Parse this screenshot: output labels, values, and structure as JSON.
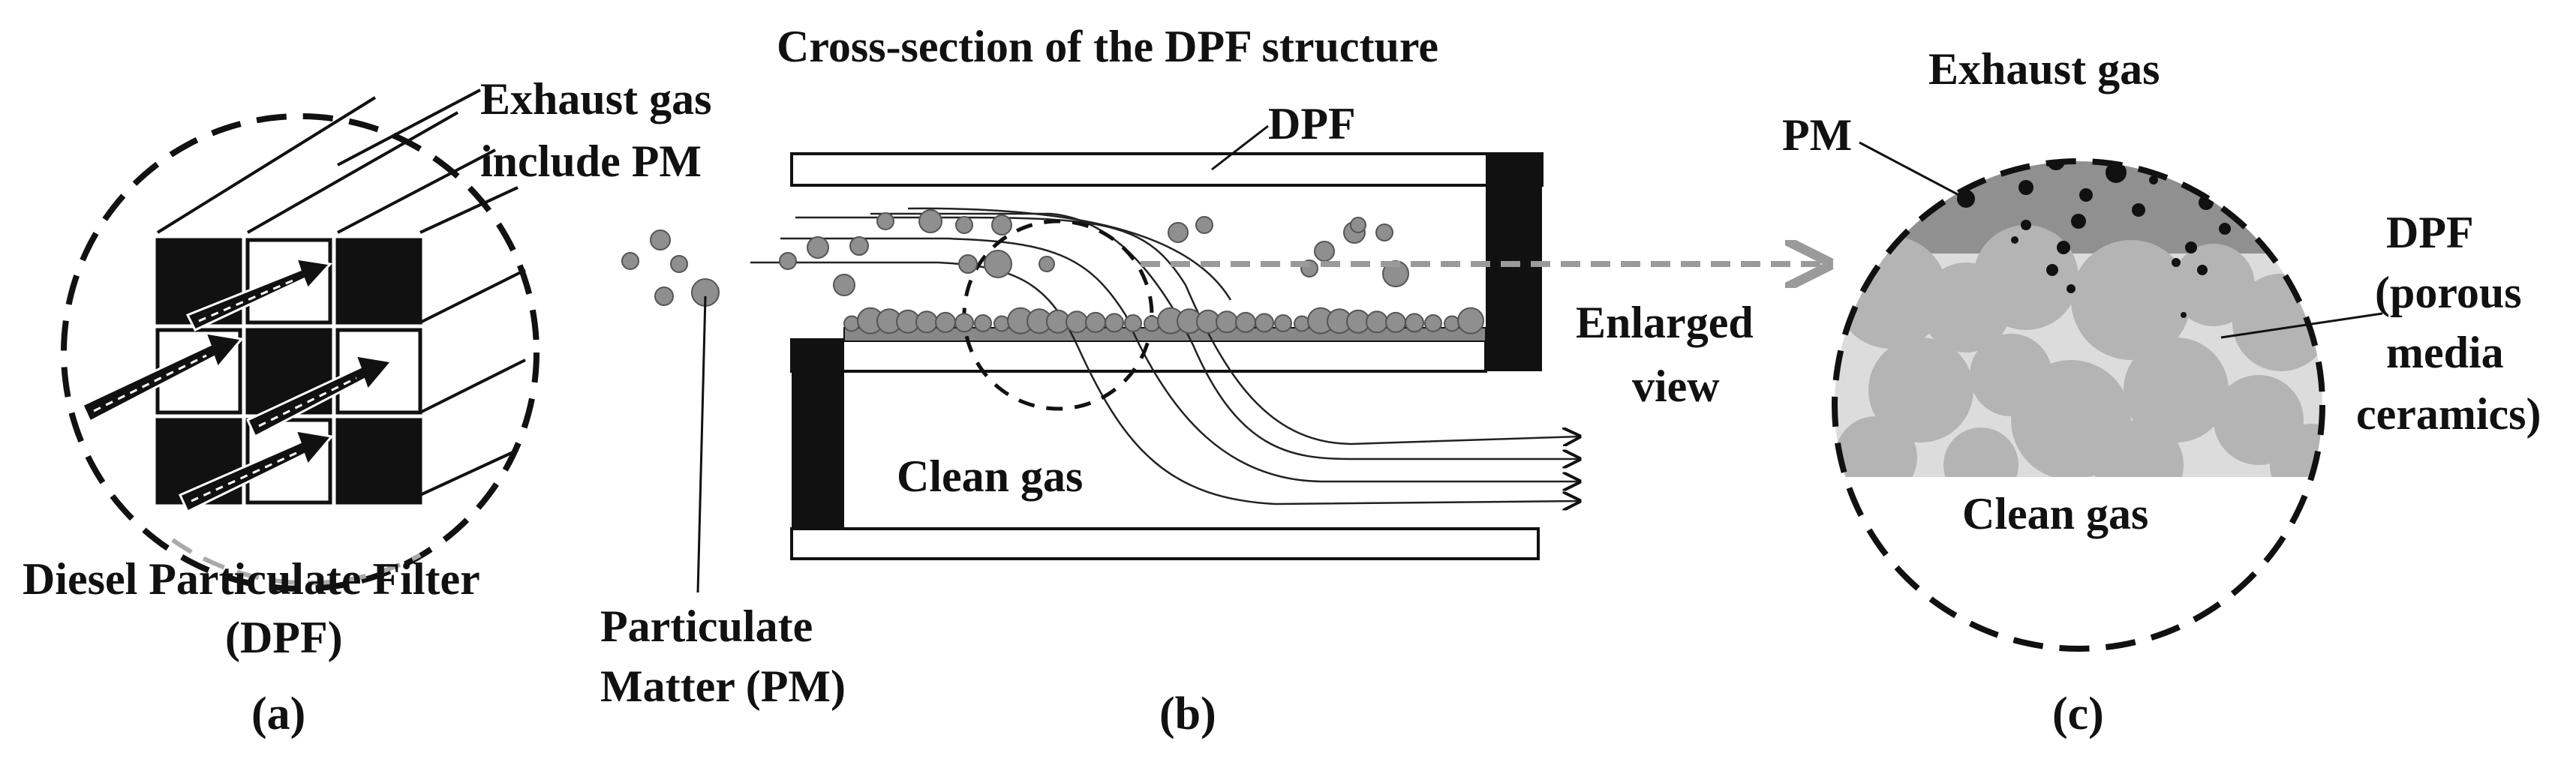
{
  "panel_a": {
    "title_line1": "Diesel Particulate Filter",
    "title_line2": "(DPF)",
    "caption": "(a)"
  },
  "panel_b": {
    "title": "Cross-section of the DPF structure",
    "exhaust_line1": "Exhaust gas",
    "exhaust_line2": "include PM",
    "dpf_label": "DPF",
    "clean_gas": "Clean gas",
    "pm_line1": "Particulate",
    "pm_line2": "Matter (PM)",
    "enlarged_line1": "Enlarged",
    "enlarged_line2": "view",
    "caption": "(b)"
  },
  "panel_c": {
    "exhaust": "Exhaust gas",
    "pm": "PM",
    "dpf_line1": "DPF",
    "dpf_line2": "(porous",
    "dpf_line3": "media",
    "dpf_line4": "ceramics)",
    "clean_gas": "Clean gas",
    "caption": "(c)"
  },
  "colors": {
    "ink": "#111111",
    "particle": "#8f8f8f",
    "particle_edge": "#555555",
    "arrow_dashed": "#9a9a9a",
    "pm_zone": "#909090",
    "ceramic_light": "#dcdcdc",
    "ceramic_grain": "#b4b4b4"
  }
}
